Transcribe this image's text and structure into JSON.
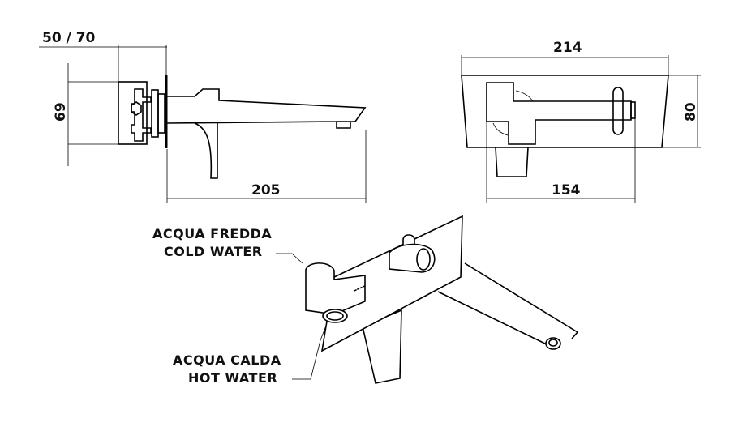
{
  "side_view": {
    "depth_dimension": "50 / 70",
    "height_dimension": "69",
    "spout_length_dimension": "205"
  },
  "top_view": {
    "plate_width_dimension": "214",
    "plate_height_dimension": "80",
    "mixer_width_dimension": "154"
  },
  "iso_view": {
    "cold_label_it": "ACQUA FREDDA",
    "cold_label_en": "COLD WATER",
    "hot_label_it": "ACQUA CALDA",
    "hot_label_en": "HOT WATER"
  }
}
